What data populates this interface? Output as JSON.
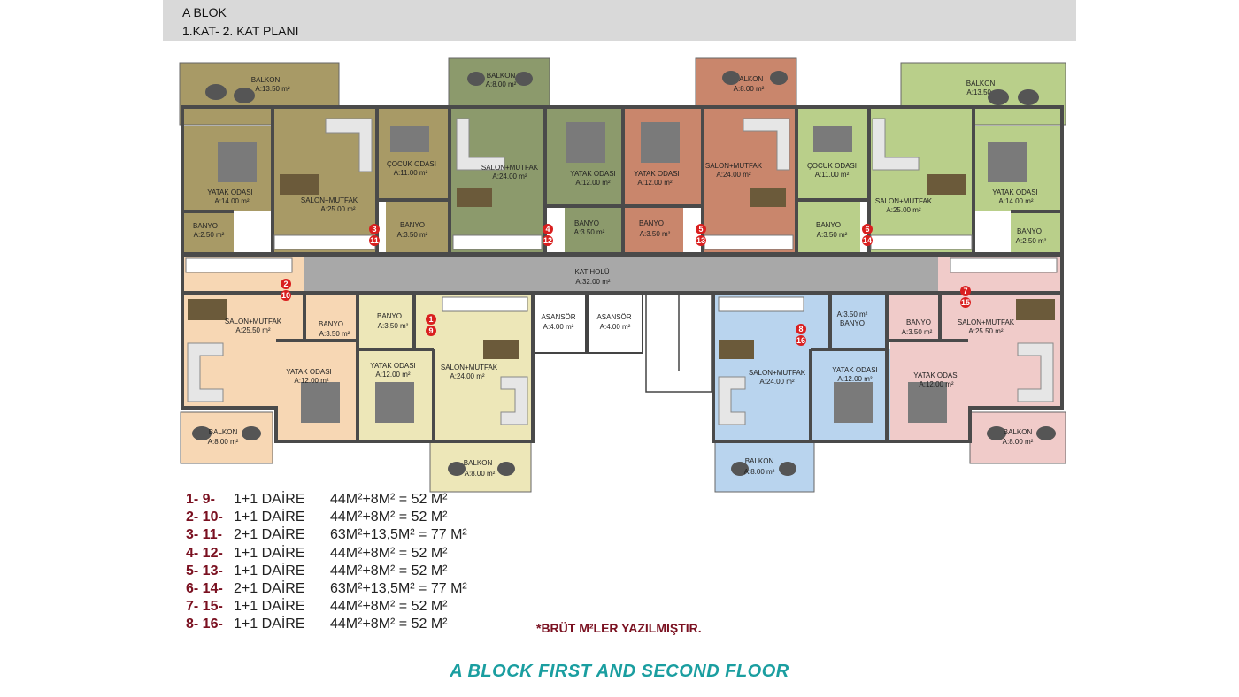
{
  "header": {
    "title": "A BLOK",
    "subtitle": "1.KAT- 2. KAT PLANI"
  },
  "rooms": {
    "balkon_tl": {
      "name": "BALKON",
      "area": "A:13.50 m²"
    },
    "balkon_t2": {
      "name": "BALKON",
      "area": "A:8.00 m²"
    },
    "balkon_t3": {
      "name": "BALKON",
      "area": "A:8.00 m²"
    },
    "balkon_tr": {
      "name": "BALKON",
      "area": "A:13.50 m²"
    },
    "yatak_1": {
      "name": "YATAK ODASI",
      "area": "A:14.00 m²"
    },
    "salon_1": {
      "name": "SALON+MUTFAK",
      "area": "A:25.00 m²"
    },
    "cocuk_1": {
      "name": "ÇOCUK ODASI",
      "area": "A:11.00 m²"
    },
    "banyo_1": {
      "name": "BANYO",
      "area": "A:2.50 m²"
    },
    "banyo_2": {
      "name": "BANYO",
      "area": "A:3.50 m²"
    },
    "salon_2": {
      "name": "SALON+MUTFAK",
      "area": "A:24.00 m²"
    },
    "yatak_2": {
      "name": "YATAK ODASI",
      "area": "A:12.00 m²"
    },
    "banyo_3": {
      "name": "BANYO",
      "area": "A:3.50 m²"
    },
    "yatak_3": {
      "name": "YATAK ODASI",
      "area": "A:12.00 m²"
    },
    "banyo_4": {
      "name": "BANYO",
      "area": "A:3.50 m²"
    },
    "salon_3": {
      "name": "SALON+MUTFAK",
      "area": "A:24.00 m²"
    },
    "cocuk_2": {
      "name": "ÇOCUK ODASI",
      "area": "A:11.00 m²"
    },
    "banyo_5": {
      "name": "BANYO",
      "area": "A:3.50 m²"
    },
    "salon_4": {
      "name": "SALON+MUTFAK",
      "area": "A:25.00 m²"
    },
    "yatak_4": {
      "name": "YATAK ODASI",
      "area": "A:14.00 m²"
    },
    "banyo_6": {
      "name": "BANYO",
      "area": "A:2.50 m²"
    },
    "kat_holu": {
      "name": "KAT HOLÜ",
      "area": "A:32.00 m²"
    },
    "salon_5": {
      "name": "SALON+MUTFAK",
      "area": "A:25.50 m²"
    },
    "banyo_7": {
      "name": "BANYO",
      "area": "A:3.50 m²"
    },
    "banyo_8": {
      "name": "BANYO",
      "area": "A:3.50 m²"
    },
    "yatak_5": {
      "name": "YATAK ODASI",
      "area": "A:12.00 m²"
    },
    "yatak_6": {
      "name": "YATAK ODASI",
      "area": "A:12.00 m²"
    },
    "salon_6": {
      "name": "SALON+MUTFAK",
      "area": "A:24.00 m²"
    },
    "asansor_1": {
      "name": "ASANSÖR",
      "area": "A:4.00 m²"
    },
    "asansor_2": {
      "name": "ASANSÖR",
      "area": "A:4.00 m²"
    },
    "salon_7": {
      "name": "SALON+MUTFAK",
      "area": "A:24.00 m²"
    },
    "banyo_9": {
      "name": "BANYO",
      "area": "A:3.50 m²"
    },
    "yatak_7": {
      "name": "YATAK ODASI",
      "area": "A:12.00 m²"
    },
    "banyo_10": {
      "name": "BANYO",
      "area": "A:3.50 m²"
    },
    "yatak_8": {
      "name": "YATAK ODASI",
      "area": "A:12.00 m²"
    },
    "salon_8": {
      "name": "SALON+MUTFAK",
      "area": "A:25.50 m²"
    },
    "balkon_bl": {
      "name": "BALKON",
      "area": "A:8.00 m²"
    },
    "balkon_b2": {
      "name": "BALKON",
      "area": "A:8.00 m²"
    },
    "balkon_b3": {
      "name": "BALKON",
      "area": "A:8.00 m²"
    },
    "balkon_br": {
      "name": "BALKON",
      "area": "A:8.00 m²"
    }
  },
  "badges": [
    "3",
    "11",
    "4",
    "12",
    "5",
    "13",
    "6",
    "14",
    "2",
    "10",
    "1",
    "9",
    "8",
    "16",
    "7",
    "15"
  ],
  "legend": [
    {
      "code": "1- 9-",
      "type": "1+1 DAİRE",
      "area": "44M²+8M² = 52 M²"
    },
    {
      "code": "2- 10-",
      "type": "1+1 DAİRE",
      "area": "44M²+8M² = 52 M²"
    },
    {
      "code": "3- 11-",
      "type": "2+1 DAİRE",
      "area": "63M²+13,5M² = 77 M²"
    },
    {
      "code": "4- 12-",
      "type": "1+1 DAİRE",
      "area": "44M²+8M² = 52 M²"
    },
    {
      "code": "5- 13-",
      "type": "1+1 DAİRE",
      "area": "44M²+8M² = 52 M²"
    },
    {
      "code": "6- 14-",
      "type": "2+1 DAİRE",
      "area": "63M²+13,5M² = 77 M²"
    },
    {
      "code": "7- 15-",
      "type": "1+1 DAİRE",
      "area": "44M²+8M² = 52 M²"
    },
    {
      "code": "8- 16-",
      "type": "1+1 DAİRE",
      "area": "44M²+8M² = 52 M²"
    }
  ],
  "note": "*BRÜT M²LER YAZILMIŞTIR.",
  "footer_title": "A BLOCK FIRST AND SECOND FLOOR",
  "colors": {
    "olive": "#a89a66",
    "green_grey": "#8c9a6c",
    "terracotta": "#c9866c",
    "light_green": "#b9cf8a",
    "peach": "#f7d7b4",
    "cream": "#ede7b8",
    "light_blue": "#b9d4ee",
    "pink": "#f0cbc9",
    "hall": "#a8a8a8",
    "badge": "#d91f1f",
    "title": "#1a9ea0"
  }
}
